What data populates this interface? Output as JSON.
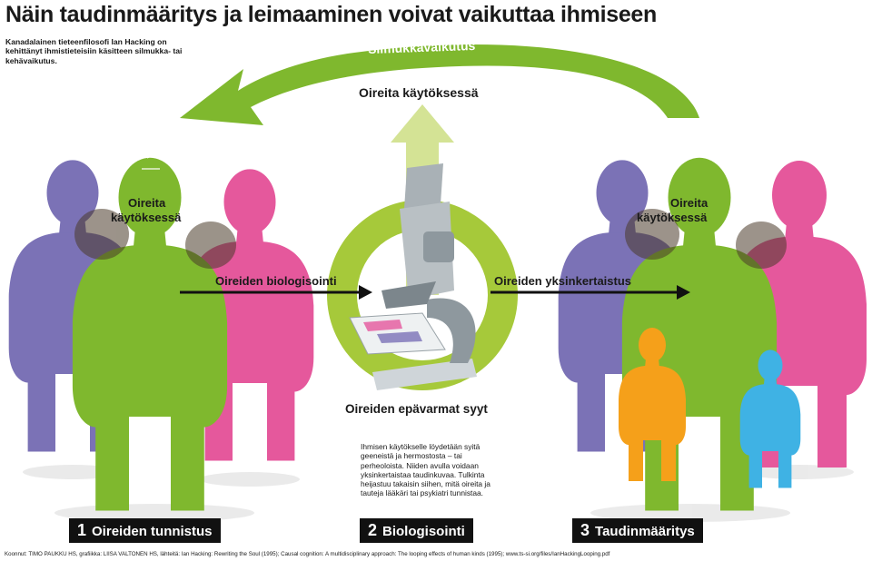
{
  "title": "Näin taudinmääritys ja leimaaminen voivat vaikuttaa ihmiseen",
  "intro": "Kanadalainen tieteenfilosofi Ian Hacking on kehittänyt ihmistieteisiin käsitteen silmukka- tai kehävaikutus.",
  "loop_label": "Silmukkavaikutus",
  "top_label": "Oireita käytöksessä",
  "left_group_label_1": "Oireita",
  "left_group_label_2": "käytöksessä",
  "right_group_label_1": "Oireita",
  "right_group_label_2": "käytöksessä",
  "arrow_left_label": "Oireiden biologisointi",
  "arrow_right_label": "Oireiden yksinkertaistus",
  "bottom_label": "Oireiden epävarmat syyt",
  "description": "Ihmisen käytökselle löydetään syitä geeneistä ja hermostosta – tai perheoloista. Niiden avulla voidaan yksinkertaistaa taudinkuvaa. Tulkinta heijastuu takaisin siihen, mitä oireita ja tauteja lääkäri tai psykiatri tunnistaa.",
  "stages": [
    {
      "number": "1",
      "label": "Oireiden tunnistus"
    },
    {
      "number": "2",
      "label": "Biologisointi"
    },
    {
      "number": "3",
      "label": "Taudinmääritys"
    }
  ],
  "credits": "Koonnut: TIMO PAUKKU HS, grafiikka: LIISA VALTONEN HS, lähteitä: Ian Hacking: Rewriting the Soul (1995); Causal cognition: A multidisciplinary approach: The looping effects of human kinds (1995); www.ts-si.org/files/IanHackingLooping.pdf",
  "colors": {
    "green": "#7fb82e",
    "lime": "#a6c93a",
    "purple": "#7b72b6",
    "pink": "#e5589c",
    "orange": "#f5a01a",
    "light_blue": "#3fb2e4",
    "grey": "#9aa3a8",
    "dark": "#111111"
  }
}
